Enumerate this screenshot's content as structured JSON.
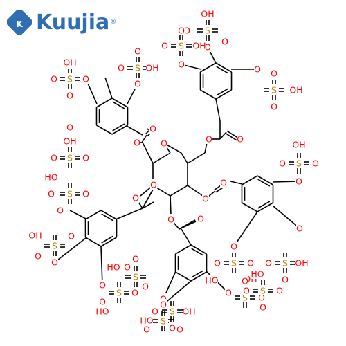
{
  "logo": {
    "text": "Kuujia",
    "mark": "K",
    "registered": "®"
  },
  "molecule": {
    "colors": {
      "bond": "#000000",
      "oxygen": "#ff0000",
      "sulfur": "#b8860b"
    },
    "atoms": [
      {
        "id": "OH1",
        "t": "OH",
        "c": "oxygen"
      },
      {
        "id": "S1",
        "t": "S",
        "c": "sulfur"
      },
      {
        "id": "O1a",
        "t": "O",
        "c": "oxygen"
      },
      {
        "id": "O1b",
        "t": "O",
        "c": "oxygen"
      },
      {
        "id": "O1c",
        "t": "O",
        "c": "oxygen"
      },
      {
        "id": "S2",
        "t": "S",
        "c": "sulfur"
      },
      {
        "id": "O2a",
        "t": "O",
        "c": "oxygen"
      },
      {
        "id": "O2b",
        "t": "O",
        "c": "oxygen"
      },
      {
        "id": "OH2",
        "t": "OH",
        "c": "oxygen"
      },
      {
        "id": "O2c",
        "t": "O",
        "c": "oxygen"
      },
      {
        "id": "OH3",
        "t": "OH",
        "c": "oxygen"
      },
      {
        "id": "S3",
        "t": "S",
        "c": "sulfur"
      },
      {
        "id": "O3a",
        "t": "O",
        "c": "oxygen"
      },
      {
        "id": "O3b",
        "t": "O",
        "c": "oxygen"
      },
      {
        "id": "O3c",
        "t": "O",
        "c": "oxygen"
      },
      {
        "id": "S4",
        "t": "S",
        "c": "sulfur"
      },
      {
        "id": "O4a",
        "t": "O",
        "c": "oxygen"
      },
      {
        "id": "O4b",
        "t": "O",
        "c": "oxygen"
      },
      {
        "id": "OH4",
        "t": "OH",
        "c": "oxygen"
      },
      {
        "id": "O4c",
        "t": "O",
        "c": "oxygen"
      },
      {
        "id": "OH5",
        "t": "OH",
        "c": "oxygen"
      },
      {
        "id": "S5",
        "t": "S",
        "c": "sulfur"
      },
      {
        "id": "O5a",
        "t": "O",
        "c": "oxygen"
      },
      {
        "id": "O5b",
        "t": "O",
        "c": "oxygen"
      },
      {
        "id": "O5c",
        "t": "O",
        "c": "oxygen"
      },
      {
        "id": "S6",
        "t": "S",
        "c": "sulfur"
      },
      {
        "id": "O6a",
        "t": "O",
        "c": "oxygen"
      },
      {
        "id": "O6b",
        "t": "O",
        "c": "oxygen"
      },
      {
        "id": "OH6",
        "t": "OH",
        "c": "oxygen"
      },
      {
        "id": "O6c",
        "t": "O",
        "c": "oxygen"
      },
      {
        "id": "Oc1",
        "t": "O",
        "c": "oxygen"
      },
      {
        "id": "Oe1",
        "t": "O",
        "c": "oxygen"
      },
      {
        "id": "Oring",
        "t": "O",
        "c": "oxygen"
      },
      {
        "id": "Oc2",
        "t": "O",
        "c": "oxygen"
      },
      {
        "id": "Oe2",
        "t": "O",
        "c": "oxygen"
      },
      {
        "id": "OH7",
        "t": "OH",
        "c": "oxygen"
      },
      {
        "id": "S7",
        "t": "S",
        "c": "sulfur"
      },
      {
        "id": "O7a",
        "t": "O",
        "c": "oxygen"
      },
      {
        "id": "O7b",
        "t": "O",
        "c": "oxygen"
      },
      {
        "id": "O7c",
        "t": "O",
        "c": "oxygen"
      },
      {
        "id": "Oe3",
        "t": "O",
        "c": "oxygen"
      },
      {
        "id": "Oc3",
        "t": "O",
        "c": "oxygen"
      },
      {
        "id": "Oe4",
        "t": "O",
        "c": "oxygen"
      },
      {
        "id": "Oc4",
        "t": "O",
        "c": "oxygen"
      },
      {
        "id": "HO8",
        "t": "HO",
        "c": "oxygen"
      },
      {
        "id": "O8a",
        "t": "O",
        "c": "oxygen"
      },
      {
        "id": "S8",
        "t": "S",
        "c": "sulfur"
      },
      {
        "id": "O8b",
        "t": "O",
        "c": "oxygen"
      },
      {
        "id": "O8c",
        "t": "O",
        "c": "oxygen"
      },
      {
        "id": "OH9",
        "t": "OH",
        "c": "oxygen"
      },
      {
        "id": "S9",
        "t": "S",
        "c": "sulfur"
      },
      {
        "id": "O9a",
        "t": "O",
        "c": "oxygen"
      },
      {
        "id": "O9b",
        "t": "O",
        "c": "oxygen"
      },
      {
        "id": "O9c",
        "t": "O",
        "c": "oxygen"
      },
      {
        "id": "Oe5",
        "t": "O",
        "c": "oxygen"
      },
      {
        "id": "Oc5",
        "t": "O",
        "c": "oxygen"
      },
      {
        "id": "O10c",
        "t": "O",
        "c": "oxygen"
      },
      {
        "id": "S10",
        "t": "S",
        "c": "sulfur"
      },
      {
        "id": "O10a",
        "t": "O",
        "c": "oxygen"
      },
      {
        "id": "O10b",
        "t": "O",
        "c": "oxygen"
      },
      {
        "id": "OH10",
        "t": "OH",
        "c": "oxygen"
      },
      {
        "id": "O11c",
        "t": "O",
        "c": "oxygen"
      },
      {
        "id": "S11",
        "t": "S",
        "c": "sulfur"
      },
      {
        "id": "O11a",
        "t": "O",
        "c": "oxygen"
      },
      {
        "id": "O11b",
        "t": "O",
        "c": "oxygen"
      },
      {
        "id": "OH11",
        "t": "OH",
        "c": "oxygen"
      },
      {
        "id": "HO12",
        "t": "HO",
        "c": "oxygen"
      },
      {
        "id": "O12a",
        "t": "O",
        "c": "oxygen"
      },
      {
        "id": "S12",
        "t": "S",
        "c": "sulfur"
      },
      {
        "id": "O12b",
        "t": "O",
        "c": "oxygen"
      },
      {
        "id": "O12c",
        "t": "O",
        "c": "oxygen"
      },
      {
        "id": "HO13",
        "t": "HO",
        "c": "oxygen"
      },
      {
        "id": "O13a",
        "t": "O",
        "c": "oxygen"
      },
      {
        "id": "S13",
        "t": "S",
        "c": "sulfur"
      },
      {
        "id": "O13b",
        "t": "O",
        "c": "oxygen"
      },
      {
        "id": "O13c",
        "t": "O",
        "c": "oxygen"
      },
      {
        "id": "HO14",
        "t": "HO",
        "c": "oxygen"
      },
      {
        "id": "O14c",
        "t": "O",
        "c": "oxygen"
      },
      {
        "id": "S14",
        "t": "S",
        "c": "sulfur"
      },
      {
        "id": "O14a",
        "t": "O",
        "c": "oxygen"
      },
      {
        "id": "O14b",
        "t": "O",
        "c": "oxygen"
      },
      {
        "id": "O15c",
        "t": "O",
        "c": "oxygen"
      },
      {
        "id": "S15",
        "t": "S",
        "c": "sulfur"
      },
      {
        "id": "O15a",
        "t": "O",
        "c": "oxygen"
      },
      {
        "id": "O15b",
        "t": "O",
        "c": "oxygen"
      },
      {
        "id": "OH15",
        "t": "OH",
        "c": "oxygen"
      },
      {
        "id": "HO16",
        "t": "HO",
        "c": "oxygen"
      },
      {
        "id": "S16",
        "t": "S",
        "c": "sulfur"
      },
      {
        "id": "O16a",
        "t": "O",
        "c": "oxygen"
      },
      {
        "id": "O16b",
        "t": "O",
        "c": "oxygen"
      },
      {
        "id": "O16c",
        "t": "O",
        "c": "oxygen"
      },
      {
        "id": "HO17",
        "t": "HO",
        "c": "oxygen"
      },
      {
        "id": "S17",
        "t": "S",
        "c": "sulfur"
      },
      {
        "id": "O17a",
        "t": "O",
        "c": "oxygen"
      },
      {
        "id": "O17b",
        "t": "O",
        "c": "oxygen"
      },
      {
        "id": "O17c",
        "t": "O",
        "c": "oxygen"
      }
    ]
  }
}
